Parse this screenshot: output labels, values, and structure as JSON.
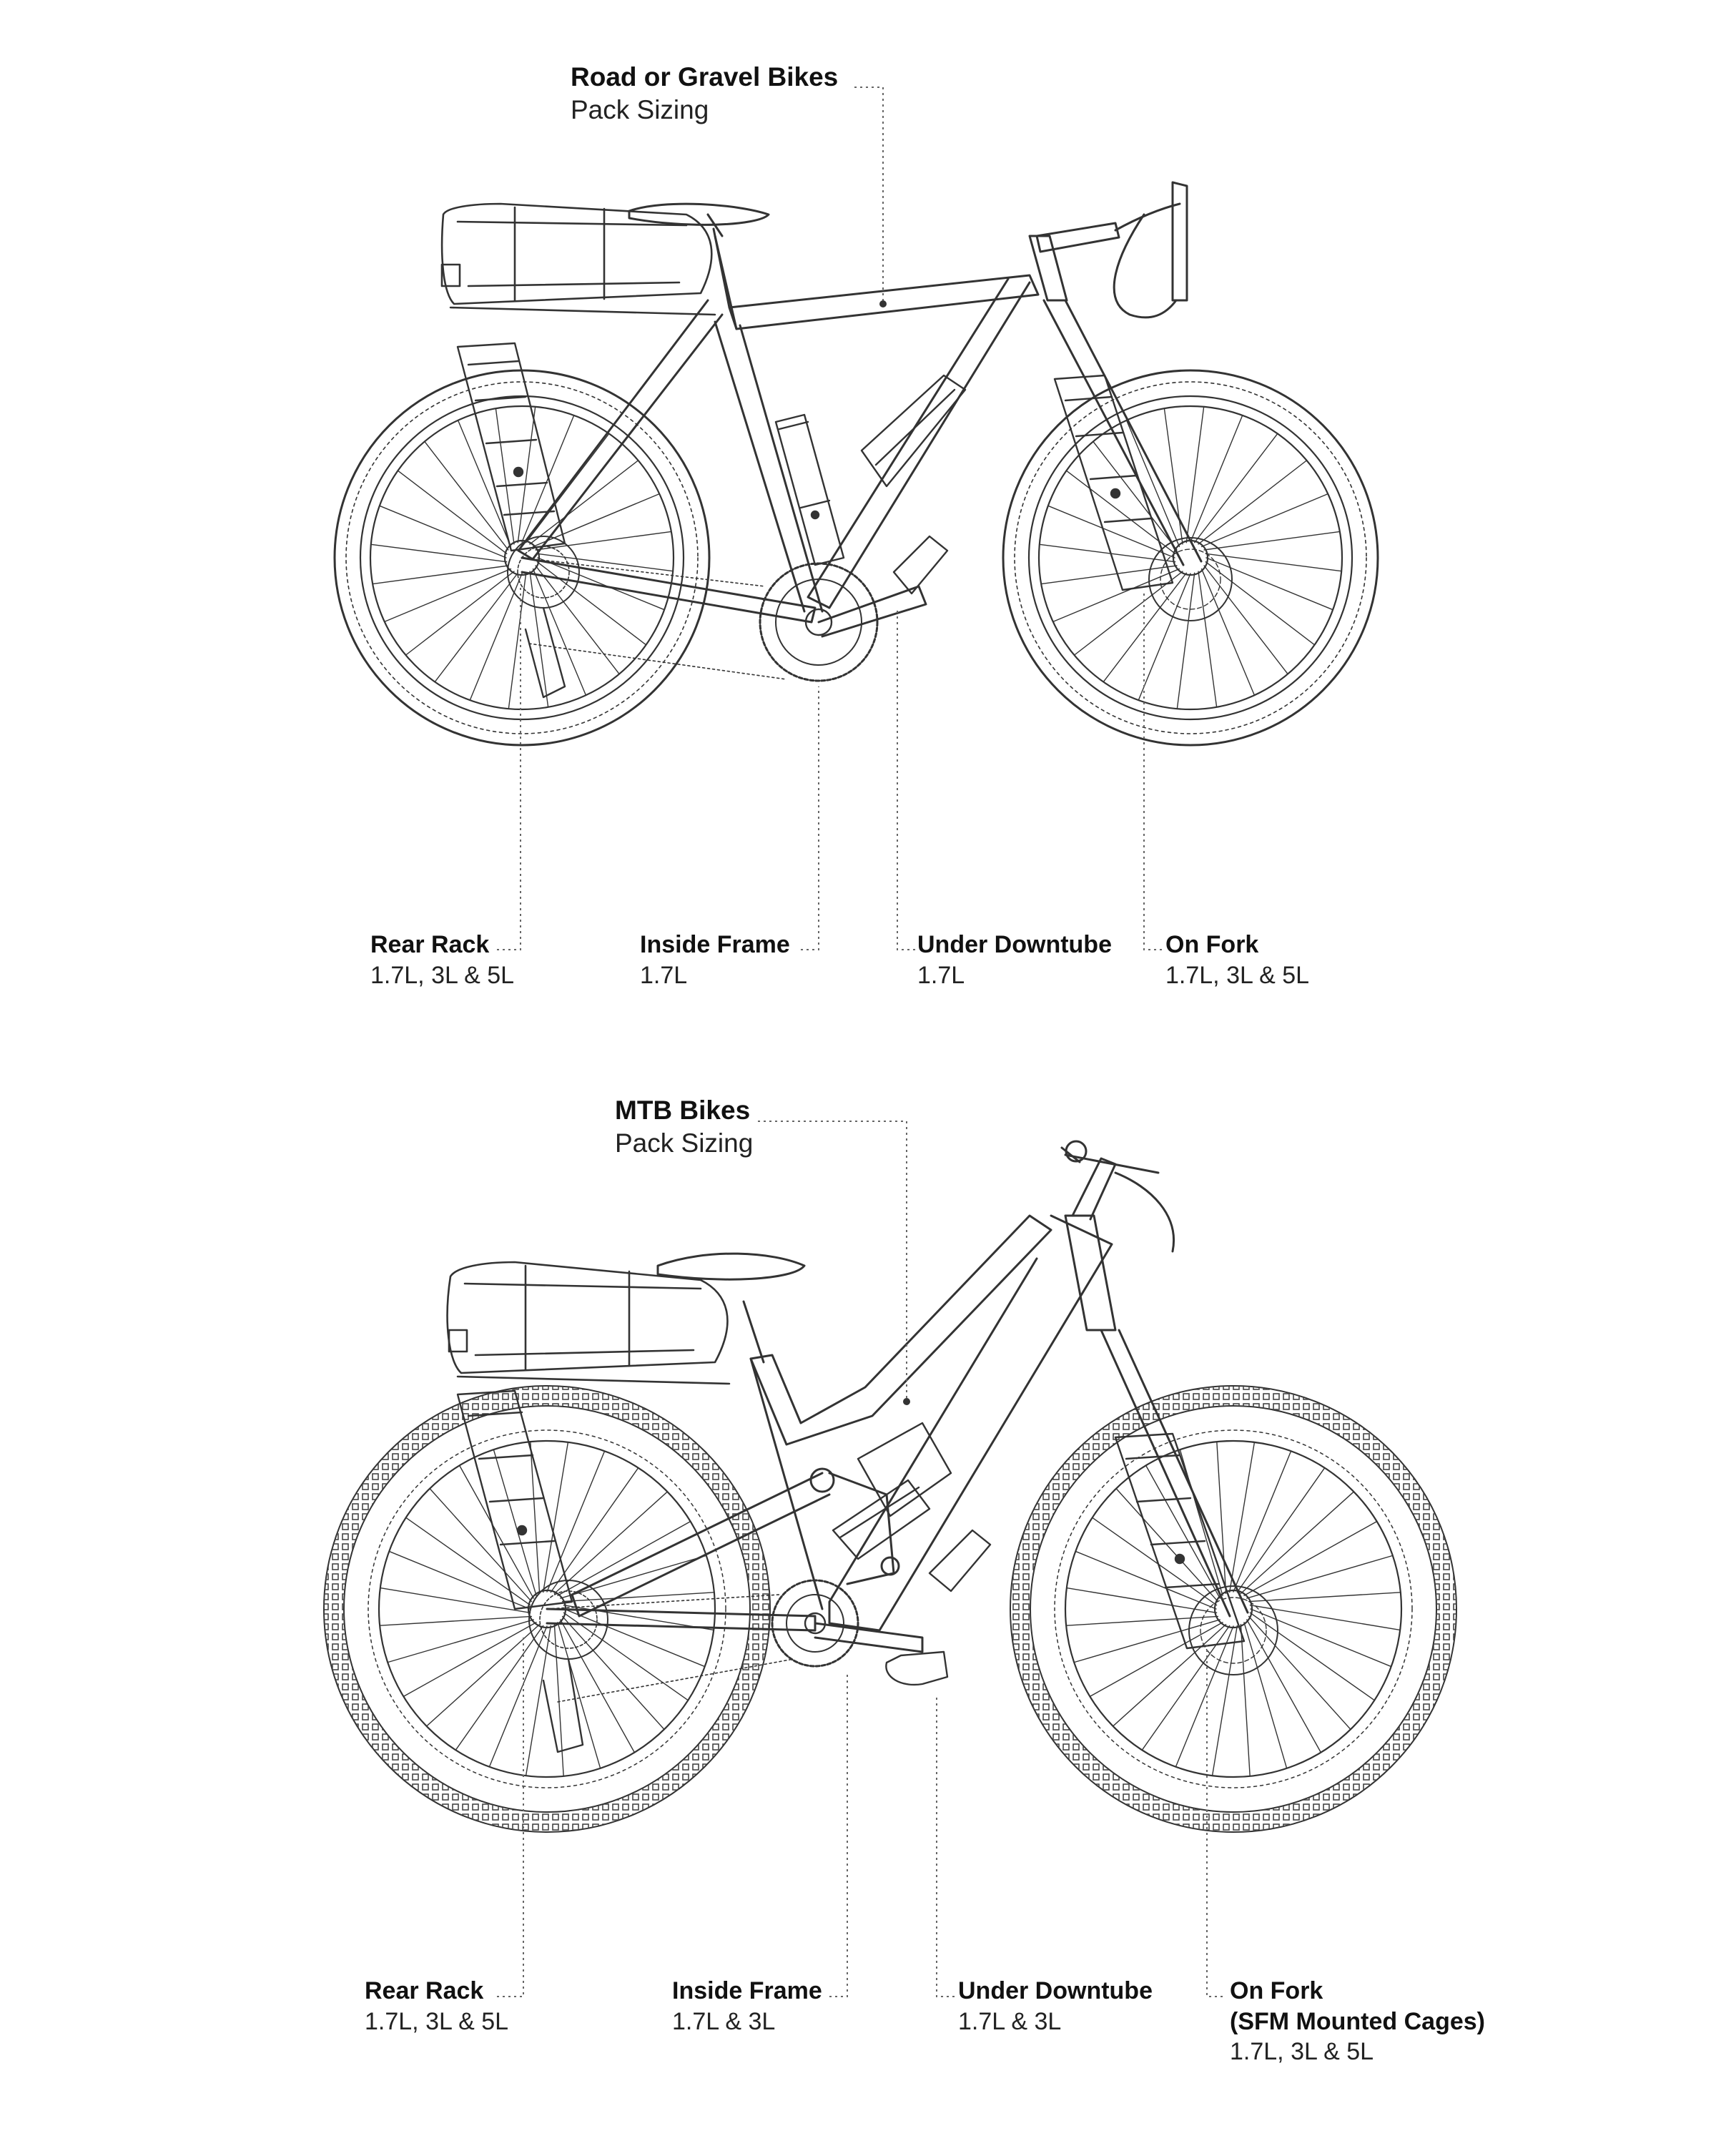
{
  "road": {
    "heading": {
      "title": "Road or Gravel Bikes",
      "subtitle": "Pack Sizing"
    },
    "labels": [
      {
        "title": "Rear Rack",
        "sizes": "1.7L, 3L & 5L"
      },
      {
        "title": "Inside Frame",
        "sizes": "1.7L"
      },
      {
        "title": "Under Downtube",
        "sizes": "1.7L"
      },
      {
        "title": "On Fork",
        "sizes": "1.7L, 3L & 5L"
      }
    ]
  },
  "mtb": {
    "heading": {
      "title": "MTB Bikes",
      "subtitle": "Pack Sizing"
    },
    "labels": [
      {
        "title": "Rear Rack",
        "sizes": "1.7L, 3L & 5L"
      },
      {
        "title": "Inside Frame",
        "sizes": "1.7L & 3L"
      },
      {
        "title": "Under Downtube",
        "sizes": "1.7L & 3L"
      },
      {
        "title": "On Fork",
        "title2": "(SFM Mounted Cages)",
        "sizes": "1.7L, 3L & 5L"
      }
    ]
  }
}
